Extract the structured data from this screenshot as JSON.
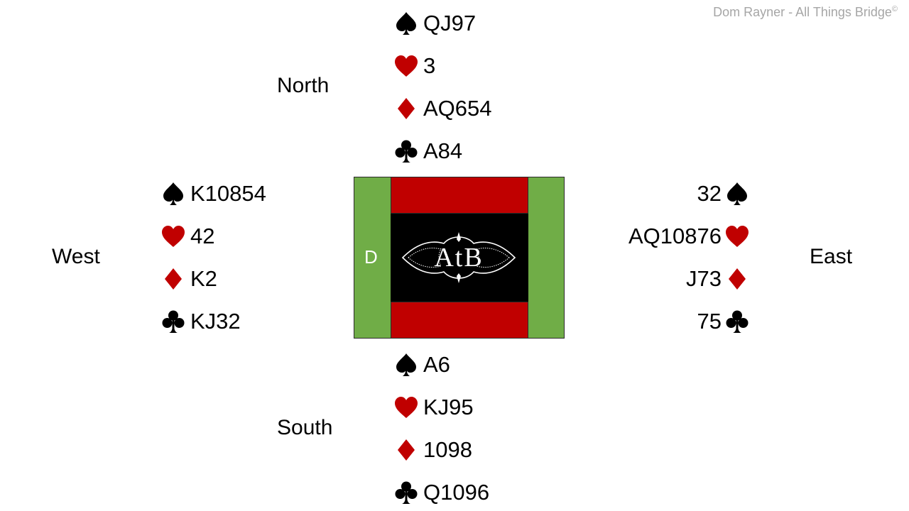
{
  "copyright": {
    "text": "Dom Rayner  - All Things Bridge",
    "mark": "©"
  },
  "colors": {
    "red_suit": "#c00000",
    "black_suit": "#000000",
    "table_green": "#70ad47",
    "table_red": "#c00000"
  },
  "players": {
    "north": {
      "label": "North",
      "spades": "QJ97",
      "hearts": "3",
      "diamonds": "AQ654",
      "clubs": "A84"
    },
    "west": {
      "label": "West",
      "spades": "K10854",
      "hearts": "42",
      "diamonds": "K2",
      "clubs": "KJ32"
    },
    "east": {
      "label": "East",
      "spades": "32",
      "hearts": "AQ10876",
      "diamonds": "J73",
      "clubs": "75"
    },
    "south": {
      "label": "South",
      "spades": "A6",
      "hearts": "KJ95",
      "diamonds": "1098",
      "clubs": "Q1096"
    }
  },
  "table": {
    "dealer_marker": "D",
    "logo_text": "AtB",
    "dealer_seat": "West"
  },
  "icons": {
    "spade": "spade-icon",
    "heart": "heart-icon",
    "diamond": "diamond-icon",
    "club": "club-icon"
  }
}
